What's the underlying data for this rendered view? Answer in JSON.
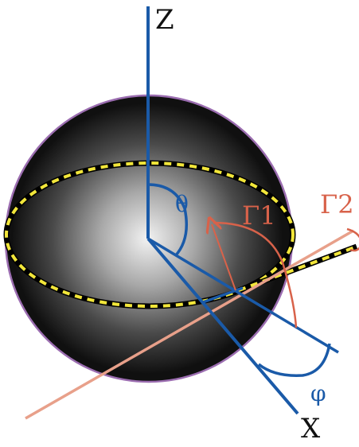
{
  "labels": {
    "z_axis": "Z",
    "x_axis": "X",
    "theta": "θ",
    "phi": "φ",
    "gamma1": "Γ1",
    "gamma2": "Γ2"
  },
  "colors": {
    "axis_blue": "#1a5aa8",
    "curve_red": "#d8624a",
    "beam_salmon": "#e8a08a",
    "sphere_outline": "#9b6db0",
    "dash_yellow": "#f2e63a",
    "dash_black": "#000000",
    "label_red": "#d8624a",
    "label_blue": "#1a5aa8",
    "label_black": "#111111"
  }
}
